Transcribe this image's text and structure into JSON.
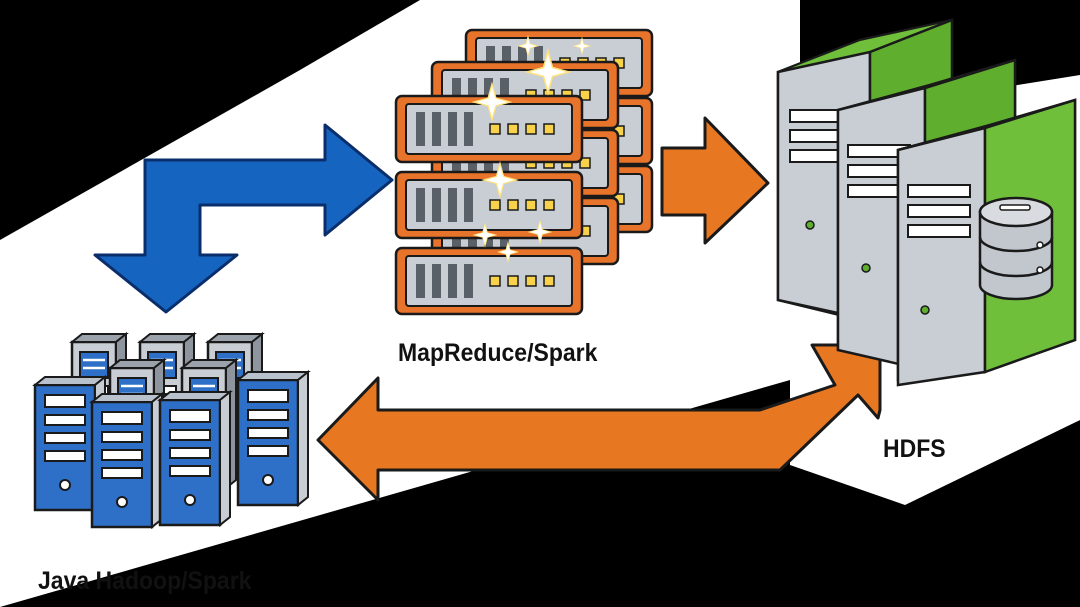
{
  "labels": {
    "mapreduce_spark": "MapReduce/Spark",
    "hdfs": "HDFS",
    "java_hadoop_spark": "Java Hadoop/Spark"
  },
  "colors": {
    "background": "#000000",
    "panel": "#FFFFFF",
    "blue_arrow": "#1565C0",
    "orange_arrow": "#E87722",
    "orange_server": "#E8732A",
    "green_server": "#6FBF3B",
    "blue_server": "#2E6FC7",
    "gray_server": "#C2C7CE"
  },
  "icons": [
    "blue-bent-arrow-icon",
    "orange-right-arrow-icon",
    "orange-return-arrow-icon",
    "orange-server-stack-icon",
    "green-server-towers-icon",
    "database-icon",
    "blue-server-cluster-icon"
  ]
}
